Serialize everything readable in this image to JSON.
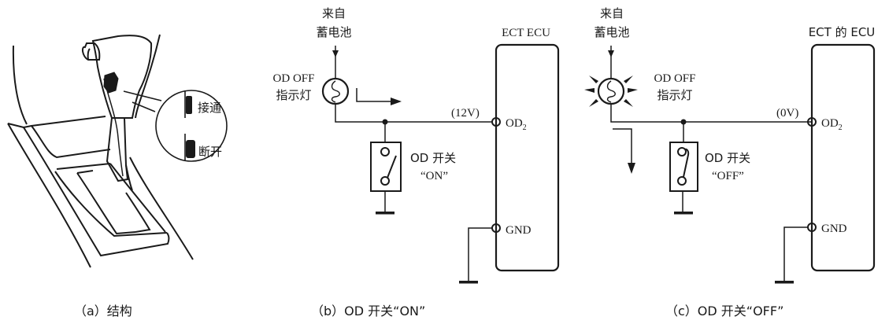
{
  "panel_a": {
    "caption": "（a）结构",
    "callout_on": "接通",
    "callout_off": "断开"
  },
  "panel_b": {
    "caption": "（b）OD 开关“ON”",
    "source_line1": "来自",
    "source_line2": "蓄电池",
    "lamp_line1": "OD OFF",
    "lamp_line2": "指示灯",
    "ecu_title": "ECT ECU",
    "voltage": "(12V)",
    "od_pin": "OD",
    "od_pin_sub": "2",
    "gnd_pin": "GND",
    "switch_line1": "OD 开关",
    "switch_line2": "“ON”",
    "lamp_state": "off",
    "switch_state": "open"
  },
  "panel_c": {
    "caption": "（c）OD 开关“OFF”",
    "source_line1": "来自",
    "source_line2": "蓄电池",
    "lamp_line1": "OD OFF",
    "lamp_line2": "指示灯",
    "ecu_title": "ECT 的 ECU",
    "voltage": "(0V)",
    "od_pin": "OD",
    "od_pin_sub": "2",
    "gnd_pin": "GND",
    "switch_line1": "OD 开关",
    "switch_line2": "“OFF”",
    "lamp_state": "lit",
    "switch_state": "closed"
  }
}
